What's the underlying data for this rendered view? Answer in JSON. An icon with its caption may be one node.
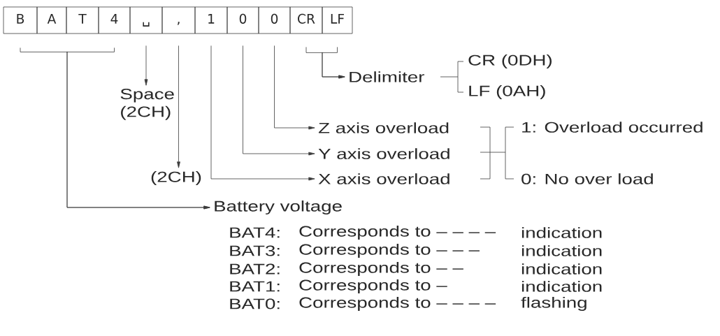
{
  "diagram": {
    "nodes": [
      {
        "text": [
          "B"
        ]
      },
      {
        "text": [
          "A"
        ]
      },
      {
        "text": [
          "T"
        ]
      },
      {
        "text": [
          "4"
        ]
      },
      {
        "text": [
          "␣"
        ]
      },
      {
        "text": [
          ","
        ]
      },
      {
        "text": [
          "1"
        ]
      },
      {
        "text": [
          "0"
        ]
      },
      {
        "text": [
          "0"
        ]
      },
      {
        "text": [
          "CR"
        ]
      },
      {
        "text": [
          "LF"
        ]
      },
      {
        "text": [
          "Space (2CH)"
        ]
      },
      {
        "text": [
          "(2CH)"
        ]
      },
      {
        "text": [
          "Z axis overload"
        ]
      },
      {
        "text": [
          "Y axis overload"
        ]
      },
      {
        "text": [
          "X axis overload"
        ]
      },
      {
        "text": [
          "Delimiter"
        ]
      },
      {
        "text": [
          "Battery voltage"
        ]
      }
    ],
    "edges": [
      {
        "from": 4,
        "to": 11,
        "arrow": "to"
      },
      {
        "from": 5,
        "to": 12,
        "arrow": "to"
      },
      {
        "from": 8,
        "to": 13,
        "arrow": "to"
      },
      {
        "from": 7,
        "to": 14,
        "arrow": "to"
      },
      {
        "from": 6,
        "to": 15,
        "arrow": "to"
      },
      {
        "from": 9,
        "to": 16,
        "arrow": "to"
      },
      {
        "from": 10,
        "to": 16,
        "arrow": "to"
      },
      {
        "from": 0,
        "to": 17,
        "arrow": "to"
      },
      {
        "from": 3,
        "to": 17,
        "arrow": "to"
      }
    ],
    "labels": [
      "CR (0DH)",
      "LF (0AH)",
      "1: Overload occurred",
      "0: No over load",
      "BAT4:",
      "Corresponds to – – – –",
      "indication",
      "BAT3:",
      "Corresponds to – – –",
      "indication",
      "BAT2:",
      "Corresponds to – –",
      "indication",
      "BAT1:",
      "Corresponds to –",
      "indication",
      "BAT0:",
      "Corresponds to – – – –",
      "flashing"
    ]
  }
}
